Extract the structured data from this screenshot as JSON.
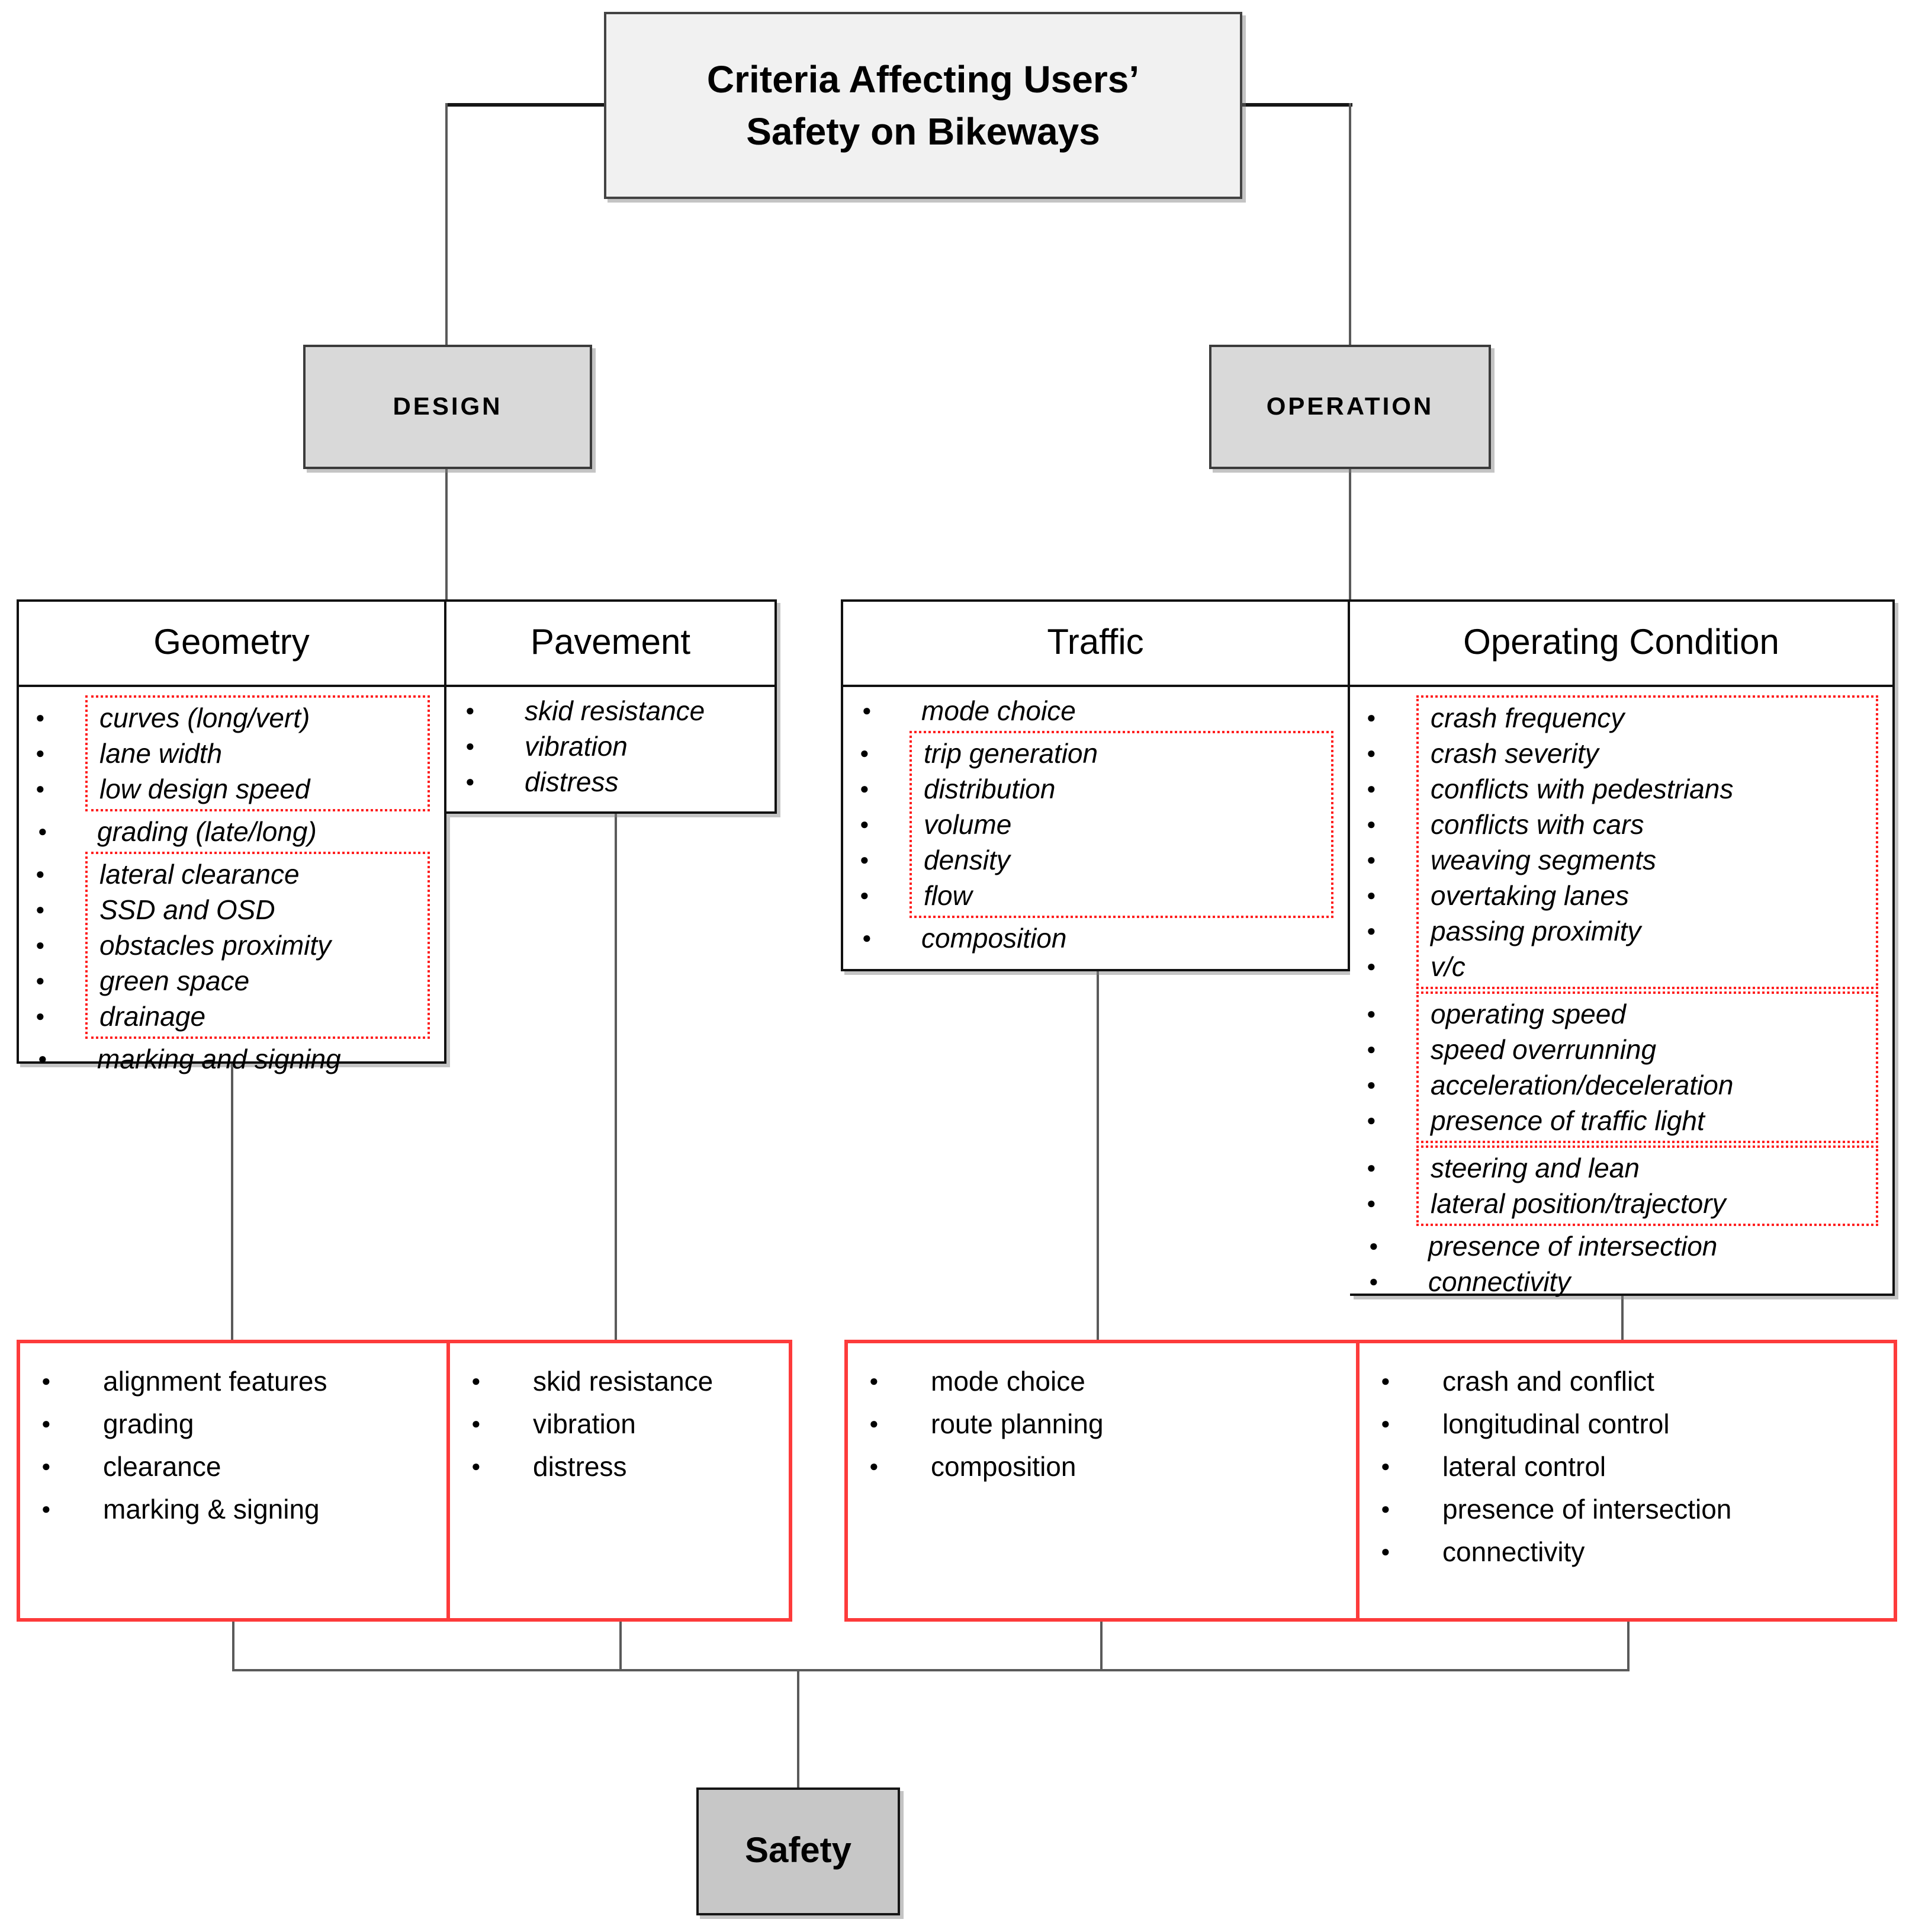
{
  "diagram": {
    "title_line1": "Criteria Affecting Users’",
    "title_line2": "Safety on Bikeways",
    "branches": {
      "design": "DESIGN",
      "operation": "OPERATION"
    },
    "safety_label": "Safety",
    "categories": [
      {
        "name": "Geometry",
        "segments": [
          {
            "boxed": true,
            "items": [
              "curves (long/vert)",
              "lane width",
              "low design speed"
            ]
          },
          {
            "boxed": false,
            "items": [
              "grading (late/long)"
            ]
          },
          {
            "boxed": true,
            "items": [
              "lateral clearance",
              "SSD and OSD",
              "obstacles proximity",
              "green space",
              "drainage"
            ]
          },
          {
            "boxed": false,
            "items": [
              "marking and signing"
            ]
          }
        ]
      },
      {
        "name": "Pavement",
        "segments": [
          {
            "boxed": false,
            "items": [
              "skid resistance",
              "vibration",
              "distress"
            ]
          }
        ]
      },
      {
        "name": "Traffic",
        "segments": [
          {
            "boxed": false,
            "items": [
              "mode choice"
            ]
          },
          {
            "boxed": true,
            "items": [
              "trip generation",
              "distribution",
              "volume",
              "density",
              "flow"
            ]
          },
          {
            "boxed": false,
            "items": [
              "composition"
            ]
          }
        ]
      },
      {
        "name": "Operating Condition",
        "segments": [
          {
            "boxed": true,
            "items": [
              "crash frequency",
              "crash severity",
              "conflicts with pedestrians",
              "conflicts with cars",
              "weaving segments",
              "overtaking lanes",
              "passing proximity",
              "v/c"
            ]
          },
          {
            "boxed": true,
            "items": [
              "operating speed",
              "speed overrunning",
              "acceleration/deceleration",
              "presence of traffic light"
            ]
          },
          {
            "boxed": true,
            "items": [
              "steering and lean",
              "lateral position/trajectory"
            ]
          },
          {
            "boxed": false,
            "items": [
              "presence of intersection",
              "connectivity"
            ]
          }
        ]
      }
    ],
    "outcomes": [
      {
        "items": [
          "alignment features",
          "grading",
          "clearance",
          "marking & signing"
        ]
      },
      {
        "items": [
          "skid resistance",
          "vibration",
          "distress"
        ]
      },
      {
        "items": [
          "mode choice",
          "route planning",
          "composition"
        ]
      },
      {
        "items": [
          "crash and conflict",
          "longitudinal control",
          "lateral control",
          "presence of intersection",
          "connectivity"
        ]
      }
    ]
  },
  "colors": {
    "accent_red": "#fd3b3b",
    "dotted_red": "#ff1f1f",
    "branch_gray": "#d9d9d9",
    "title_gray": "#f1f1f1",
    "safety_gray": "#c7c7c7",
    "connector_gray": "#5a5a5a"
  }
}
